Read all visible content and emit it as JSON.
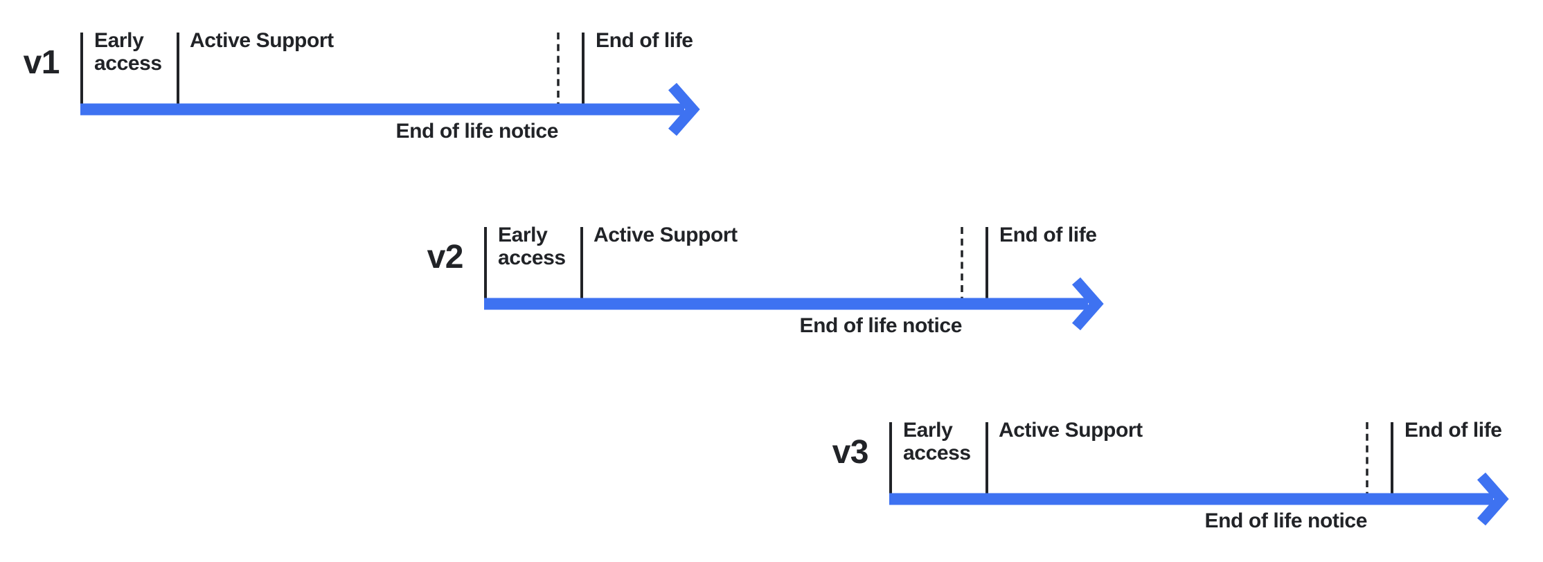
{
  "colors": {
    "accent_blue": "#3E72F1",
    "ink": "#212327",
    "background": "#FFFFFF"
  },
  "timelines": [
    {
      "version": "v1",
      "early_access": "Early access",
      "active_support": "Active Support",
      "end_of_life": "End of life",
      "end_of_life_notice": "End of life notice"
    },
    {
      "version": "v2",
      "early_access": "Early access",
      "active_support": "Active Support",
      "end_of_life": "End of life",
      "end_of_life_notice": "End of life notice"
    },
    {
      "version": "v3",
      "early_access": "Early access",
      "active_support": "Active Support",
      "end_of_life": "End of life",
      "end_of_life_notice": "End of life notice"
    }
  ]
}
